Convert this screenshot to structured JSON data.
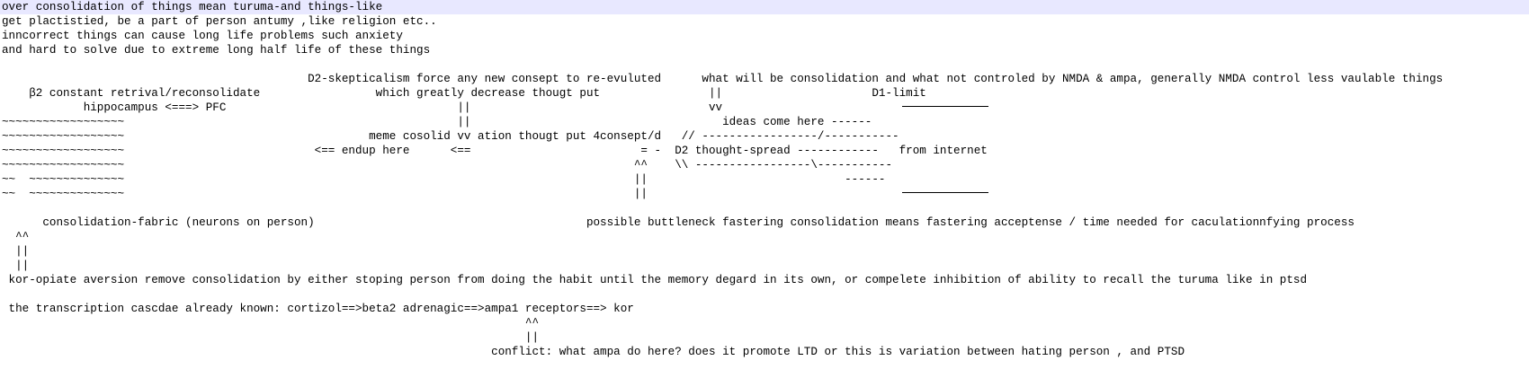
{
  "editor": {
    "lines": [
      "over consolidation of things mean turuma-and things-like",
      "get plactistied, be a part of person antumy ,like religion etc..",
      "inncorrect things can cause long life problems such anxiety",
      "and hard to solve due to extreme long half life of these things",
      "",
      "                                             D2-skepticalism force any new consept to re-evuluted      what will be consolidation and what not controled by NMDA & ampa, generally NMDA control less vaulable things",
      "    β2 constant retrival/reconsolidate                 which greatly decrease thougt put                ||                      D1-limit",
      "            hippocampus <===> PFC                                  ||                                   vv",
      "~~~~~~~~~~~~~~~~~~                                                 ||                                     ideas come here ------",
      "~~~~~~~~~~~~~~~~~~                                    meme cosolid vv ation thougt put 4consept/d   // -----------------/-----------",
      "~~~~~~~~~~~~~~~~~~                            <== endup here      <==                         = -  D2 thought-spread ------------   from internet",
      "~~~~~~~~~~~~~~~~~~                                                                           ^^    \\\\ -----------------\\-----------",
      "~~  ~~~~~~~~~~~~~~                                                                           ||                             ------",
      "~~  ~~~~~~~~~~~~~~                                                                           ||",
      "",
      "      consolidation-fabric (neurons on person)                                        possible buttleneck fastering consolidation means fastering acceptense / time needed for caculationnfying process",
      "  ^^",
      "  ||",
      "  ||",
      " kor-opiate aversion remove consolidation by either stoping person from doing the habit until the memory degard in its own, or compelete inhibition of ability to recall the turuma like in ptsd",
      "",
      " the transcription cascdae already known: cortizol==>beta2 adrenagic==>ampa1 receptors==> kor",
      "                                                                             ^^",
      "                                                                             ||",
      "                                                                        conflict: what ampa do here? does it promote LTD or this is variation between hating person , and PTSD"
    ]
  }
}
